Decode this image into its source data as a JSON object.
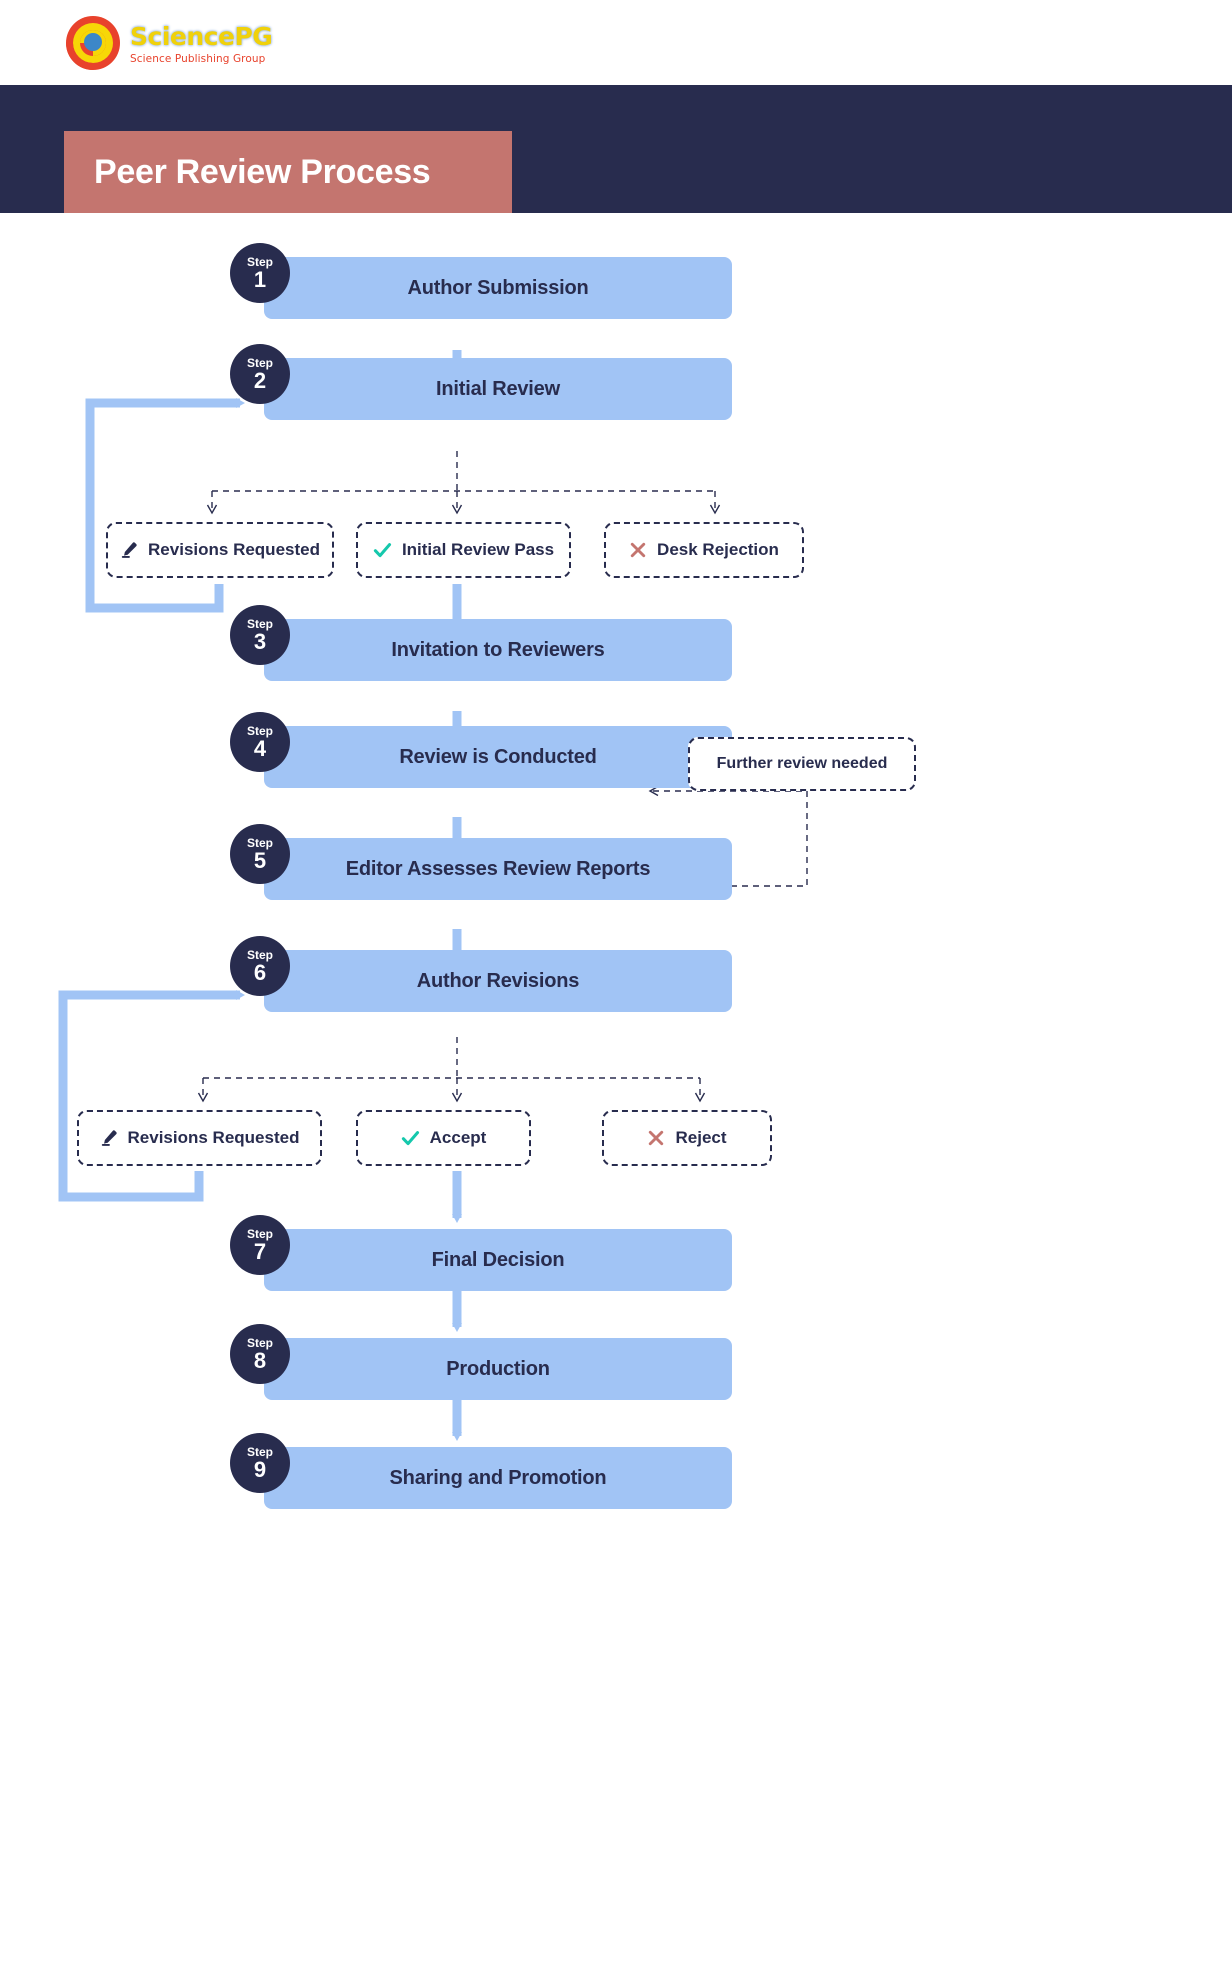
{
  "brand": {
    "logo_icon": "sciencepg-circular-logo",
    "name_part1": "Science",
    "name_part2": "PG",
    "tagline": "Science Publishing Group"
  },
  "header": {
    "title": "Peer Review Process",
    "band_color": "#282C4E",
    "banner_color": "#C4756F"
  },
  "colors": {
    "step_box": "#A1C4F5",
    "step_badge": "#282C4E",
    "text_dark": "#282C4E",
    "arrow_blue": "#A1C4F5",
    "check_green": "#15C8AC",
    "cross_red": "#C4756F"
  },
  "flow": {
    "step_label": "Step",
    "steps": [
      {
        "number": "1",
        "label": "Author Submission"
      },
      {
        "number": "2",
        "label": "Initial Review"
      },
      {
        "number": "3",
        "label": "Invitation to Reviewers"
      },
      {
        "number": "4",
        "label": "Review is Conducted"
      },
      {
        "number": "5",
        "label": "Editor Assesses Review Reports"
      },
      {
        "number": "6",
        "label": "Author Revisions"
      },
      {
        "number": "7",
        "label": "Final Decision"
      },
      {
        "number": "8",
        "label": "Production"
      },
      {
        "number": "9",
        "label": "Sharing and Promotion"
      }
    ],
    "decisions_after_initial_review": [
      {
        "icon": "pencil-icon",
        "label": "Revisions Requested"
      },
      {
        "icon": "check-icon",
        "label": "Initial Review Pass"
      },
      {
        "icon": "cross-icon",
        "label": "Desk Rejection"
      }
    ],
    "decisions_after_author_revisions": [
      {
        "icon": "pencil-icon",
        "label": "Revisions Requested"
      },
      {
        "icon": "check-icon",
        "label": "Accept"
      },
      {
        "icon": "cross-icon",
        "label": "Reject"
      }
    ],
    "note": {
      "label": "Further review needed"
    }
  }
}
